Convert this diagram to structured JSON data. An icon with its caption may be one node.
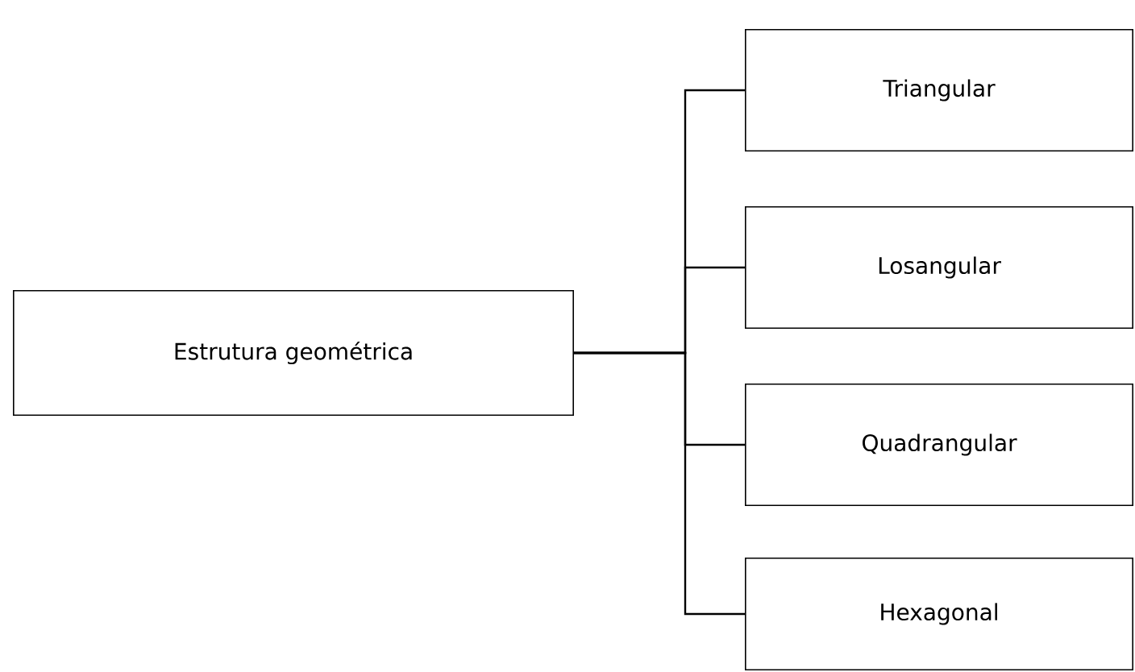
{
  "diagram": {
    "nodes": [
      {
        "text": [
          "Estrutura geométrica"
        ]
      },
      {
        "text": [
          "Triangular"
        ]
      },
      {
        "text": [
          "Losangular"
        ]
      },
      {
        "text": [
          "Quadrangular"
        ]
      },
      {
        "text": [
          "Hexagonal"
        ]
      }
    ],
    "edges": [
      {
        "from": 0,
        "to": 1,
        "arrow": "none"
      },
      {
        "from": 0,
        "to": 2,
        "arrow": "none"
      },
      {
        "from": 0,
        "to": 3,
        "arrow": "none"
      },
      {
        "from": 0,
        "to": 4,
        "arrow": "none"
      }
    ]
  }
}
